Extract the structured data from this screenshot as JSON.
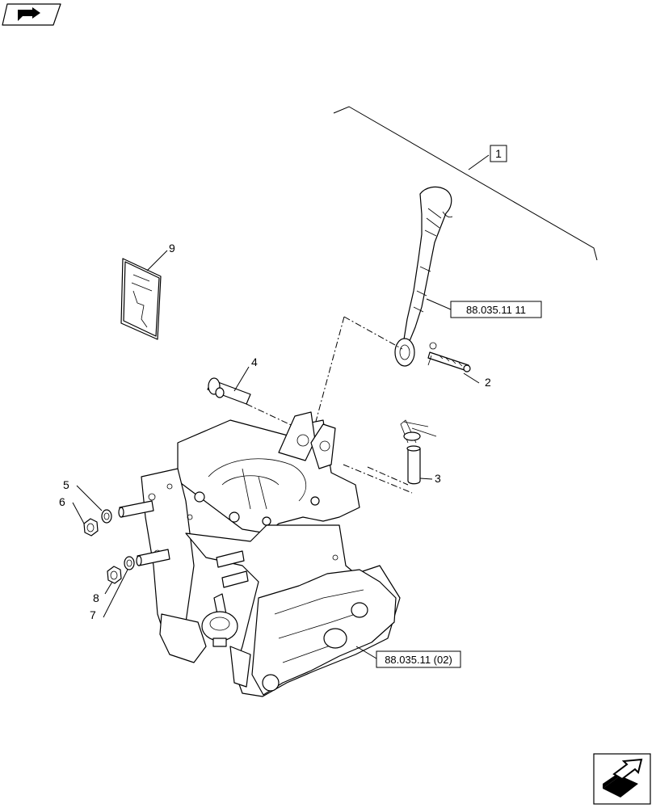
{
  "callouts": {
    "c1": "1",
    "c2": "2",
    "c3": "3",
    "c4": "4",
    "c5": "5",
    "c6": "6",
    "c7": "7",
    "c8": "8",
    "c9": "9"
  },
  "references": {
    "ref_top_link": "88.035.11 11",
    "ref_frame": "88.035.11 (02)"
  },
  "icons": {
    "top_left": "assembly-tab-icon",
    "bottom_right": "next-page-arrow-icon"
  }
}
